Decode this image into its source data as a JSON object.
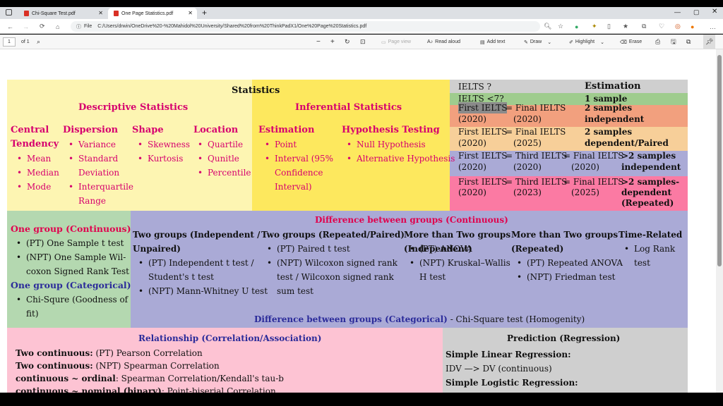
{
  "tabs": [
    {
      "title": "Chi-Square Test.pdf"
    },
    {
      "title": "One Page Statistics.pdf"
    }
  ],
  "url": "C:/Users/drwin/OneDrive%20-%20Mahidol%20University/Shared%20from%20ThinkPadX1/One%20Page%20Statistics.pdf",
  "file_label": "File",
  "toolbar": {
    "page": "1",
    "of": "of 1",
    "page_view": "Page view",
    "read_aloud": "Read aloud",
    "add_text": "Add text",
    "draw": "Draw",
    "highlight": "Highlight",
    "erase": "Erase"
  },
  "doc": {
    "title": "Statistics",
    "descriptive": {
      "heading": "Descriptive Statistics",
      "central": {
        "h1": "Central",
        "h2": "Tendency",
        "items": [
          "Mean",
          "Median",
          "Mode"
        ]
      },
      "dispersion": {
        "h": "Dispersion",
        "items": [
          "Variance",
          "Standard",
          "Deviation",
          "Interquartile",
          "Range"
        ]
      },
      "shape": {
        "h": "Shape",
        "items": [
          "Skewness",
          "Kurtosis"
        ]
      },
      "location": {
        "h": "Location",
        "items": [
          "Quartile",
          "Qunitle",
          "Percentile"
        ]
      }
    },
    "inferential": {
      "heading": "Inferential Statistics",
      "estimation": {
        "h": "Estimation",
        "items": [
          "Point",
          "Interval (95%",
          "Confidence",
          "Interval)"
        ]
      },
      "hypothesis": {
        "h": "Hypothesis Testing",
        "items": [
          "Null Hypothesis",
          "Alternative Hypothesis"
        ]
      }
    },
    "ielts": {
      "h1": "IELTS ?",
      "h2": "Estimation",
      "rows": [
        {
          "a": "IELTS <7?",
          "b": "1 sample"
        },
        {
          "a1": "First IELTS",
          "a2": "(2020)",
          "eq1": "= Final IELTS",
          "eq2": "(2020)",
          "b1": "2 samples",
          "b2": "independent"
        },
        {
          "a1": "First IELTS",
          "a2": "(2020)",
          "eq1": "= Final IELTS",
          "eq2": "(2025)",
          "b1": "2 samples",
          "b2": "dependent/Paired"
        },
        {
          "a1": "First IELTS",
          "a2": "(2020)",
          "m1": "= Third IELTS",
          "m2": "(2020)",
          "f1": "= Final IELTS",
          "f2": "(2020)",
          "b1": ">2 samples",
          "b2": "independent"
        },
        {
          "a1": "First IELTS",
          "a2": "(2020)",
          "m1": "= Third IELTS",
          "m2": "(2023)",
          "f1": "= Final IELTS",
          "f2": "(2025)",
          "b1": ">2 samples-",
          "b2": "dependent",
          "b3": "(Repeated)"
        }
      ]
    },
    "one_group": {
      "cont_h": "One group (Continuous)",
      "cont_items": [
        "(PT) One Sample t test",
        "(NPT) One Sample Wil-",
        "coxon Signed Rank Test"
      ],
      "cat_h": "One group (Categorical)",
      "cat_items": [
        "Chi-Squre (Goodness of",
        "fit)"
      ]
    },
    "diff": {
      "heading": "Difference between groups (Continuous)",
      "c1": {
        "h1": "Two groups (Independent /",
        "h2": "Unpaired)",
        "items": [
          "(PT) Independent t test /",
          "Student's t test",
          "(NPT) Mann-Whitney U test"
        ]
      },
      "c2": {
        "h": "Two groups (Repeated/Paired)",
        "items": [
          "(PT) Paired t test",
          "(NPT) Wilcoxon signed rank",
          "test / Wilcoxon signed rank",
          "sum test"
        ]
      },
      "c3": {
        "h1": "More than Two groups",
        "h2": "(Independent)",
        "items": [
          "(PT) ANOVA",
          "(NPT) Kruskal–Wallis",
          "H test"
        ]
      },
      "c4": {
        "h1": "More than Two groups",
        "h2": "(Repeated)",
        "items": [
          "(PT) Repeated ANOVA",
          "(NPT) Friedman test"
        ]
      },
      "c5": {
        "h": "Time-Related",
        "items": [
          "Log Rank",
          "test"
        ]
      },
      "cat_heading": "Difference between groups (Categorical)",
      "cat_text": " - Chi-Square test (Homogenity)"
    },
    "relationship": {
      "heading": "Relationship (Correlation/Association)",
      "rows": [
        {
          "b": "Two continuous:",
          "t": " (PT) Pearson Correlation"
        },
        {
          "b": "Two continuous:",
          "t": " (NPT) Spearman Correlation"
        },
        {
          "b": "continuous ~ ordinal",
          "t": ": Spearman Correlation/Kendall's tau-b"
        },
        {
          "b": "continuous ~ nominal (binary)",
          "t": ": Point-biserial Correlation"
        }
      ]
    },
    "prediction": {
      "heading": "Prediction (Regression)",
      "l1": "Simple Linear Regression:",
      "l2": "IDV —> DV (continuous)",
      "l3": "Simple Logistic Regression:"
    }
  },
  "colors": {
    "yellow": "#fdf5b2",
    "yellow2": "#fde85e",
    "green": "#b4d8b0",
    "lavender": "#aaaad6",
    "pink": "#fdc3d3",
    "grey": "#cfcfcf",
    "orange": "#f2a07e",
    "peach": "#f7cf99",
    "rose": "#fb7aa3",
    "magenta": "#d6006f",
    "navy": "#2b2b9a"
  }
}
